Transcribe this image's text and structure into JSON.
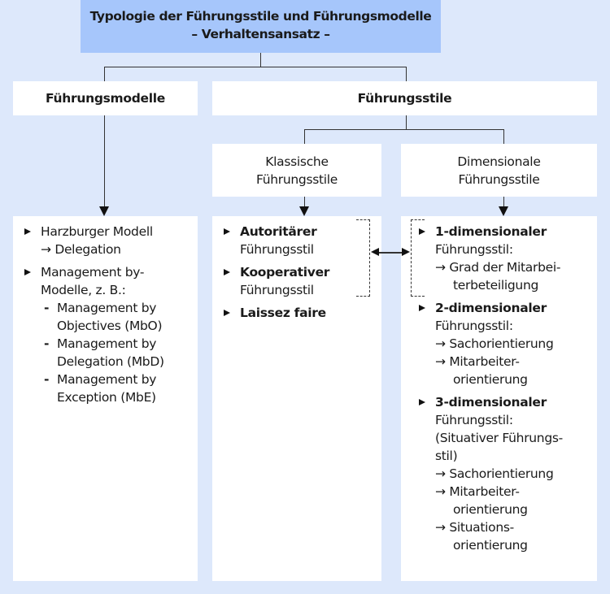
{
  "title": {
    "line1": "Typologie der Führungsstile und Führungsmodelle",
    "line2": "– Verhaltensansatz –"
  },
  "models": {
    "header": "Führungsmodelle",
    "items": [
      {
        "line1": "Harzburger Modell",
        "line2": "→ Delegation"
      },
      {
        "line1": "Management by-",
        "line2": "Modelle, z. B.:",
        "subs": [
          {
            "l1": "Management by",
            "l2": "Objectives (MbO)"
          },
          {
            "l1": "Management by",
            "l2": "Delegation (MbD)"
          },
          {
            "l1": "Management by",
            "l2": "Exception (MbE)"
          }
        ]
      }
    ]
  },
  "styles": {
    "header": "Führungsstile",
    "classic": {
      "header_l1": "Klassische",
      "header_l2": "Führungsstile",
      "items": [
        {
          "bold": "Autoritärer",
          "rest": "Führungsstil"
        },
        {
          "bold": "Kooperativer",
          "rest": "Führungsstil"
        },
        {
          "bold": "Laissez faire"
        }
      ]
    },
    "dimensional": {
      "header_l1": "Dimensionale",
      "header_l2": "Führungsstile",
      "items": [
        {
          "bold": "1-dimensionaler",
          "rest": "Führungsstil:",
          "lines": [
            "→ Grad der Mitarbei-",
            "terbeteiligung"
          ]
        },
        {
          "bold": "2-dimensionaler",
          "rest": "Führungsstil:",
          "lines": [
            "→ Sachorientierung",
            "→ Mitarbeiter-",
            "orientierung"
          ]
        },
        {
          "bold": "3-dimensionaler",
          "rest": "Führungsstil:",
          "extra": [
            "(Situativer Führungs-",
            "stil)"
          ],
          "lines": [
            "→ Sachorientierung",
            "→ Mitarbeiter-",
            "orientierung",
            "→ Situations-",
            "orientierung"
          ]
        }
      ]
    }
  }
}
